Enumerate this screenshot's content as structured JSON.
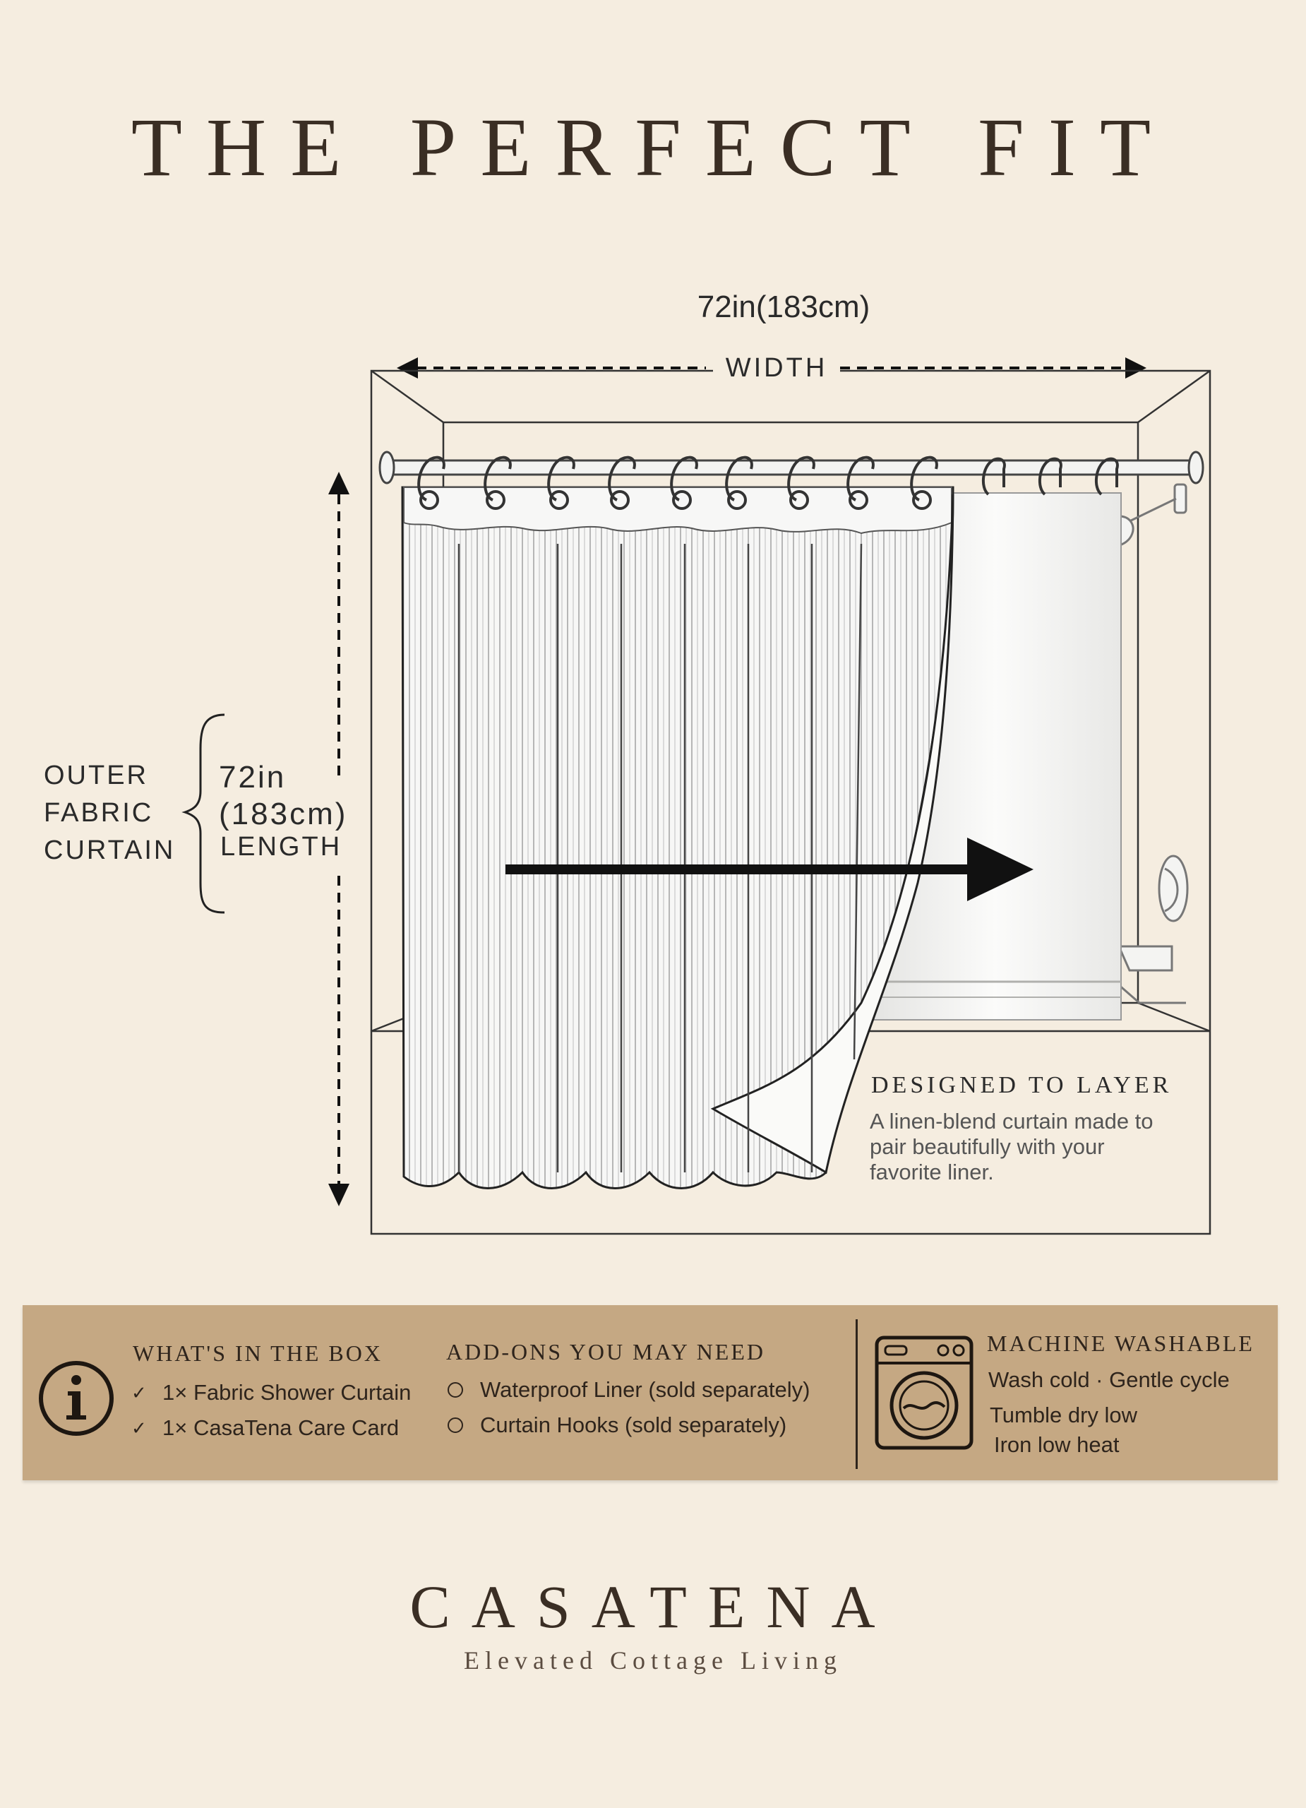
{
  "header": {
    "title": "THE PERFECT FIT"
  },
  "dimensions": {
    "width_value": "72in(183cm)",
    "width_label": "WIDTH",
    "outer_label_lines": [
      "OUTER",
      "FABRIC",
      "CURTAIN"
    ],
    "length_value_lines": [
      "72in",
      "(183cm)"
    ],
    "length_label": "LENGTH"
  },
  "callout": {
    "heading": "DESIGNED TO LAYER",
    "lines": [
      "A linen-blend curtain made to",
      "pair beautifully with your",
      "favorite liner."
    ]
  },
  "info_band": {
    "info_icon": "info-icon",
    "box": {
      "heading": "WHAT'S IN THE BOX",
      "items": [
        "1× Fabric Shower Curtain",
        "1× CasaTena Care Card"
      ]
    },
    "addons": {
      "heading": "ADD-ONS YOU MAY NEED",
      "items": [
        "Waterproof Liner (sold separately)",
        "Curtain Hooks (sold separately)"
      ]
    },
    "care": {
      "icon": "washing-machine-icon",
      "heading": "MACHINE WASHABLE",
      "items": [
        "Wash cold · Gentle cycle",
        "Tumble dry low",
        "Iron low heat"
      ]
    }
  },
  "brand": {
    "name": "CASATENA",
    "tagline": "Elevated Cottage Living"
  },
  "colors": {
    "background": "#f5ede0",
    "band": "#c5a883",
    "ink": "#3a2e24"
  }
}
